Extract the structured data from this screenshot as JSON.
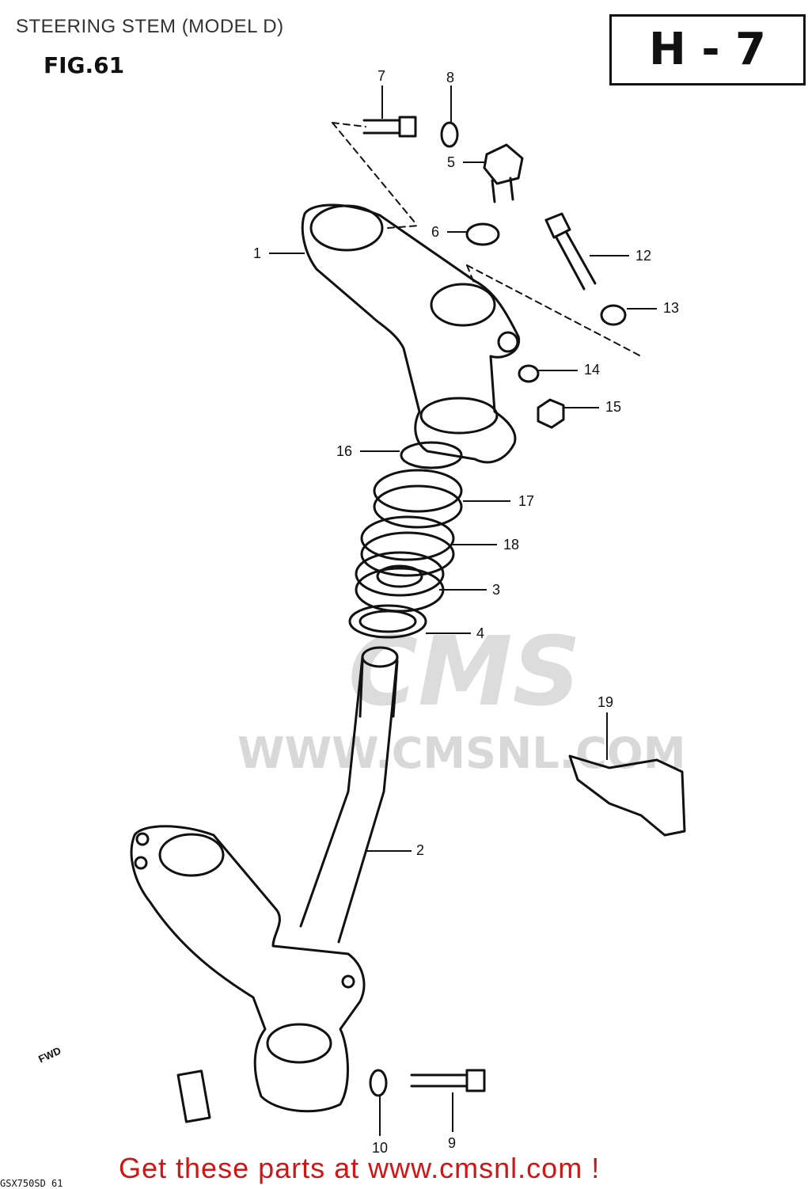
{
  "title": "STEERING STEM (MODEL D)",
  "figure": "FIG.61",
  "page_code": "H - 7",
  "watermark": {
    "logo": "CMS",
    "url": "WWW.CMSNL.COM"
  },
  "callouts": [
    "1",
    "2",
    "3",
    "4",
    "5",
    "6",
    "7",
    "8",
    "9",
    "10",
    "12",
    "13",
    "14",
    "15",
    "16",
    "17",
    "18",
    "19"
  ],
  "fwd_label": "FWD",
  "footer": "Get these parts at www.cmsnl.com !",
  "corner_code": "GSX750SD 61",
  "colors": {
    "line": "#111111",
    "watermark": "#d8d8d8",
    "footer": "#d11414"
  }
}
